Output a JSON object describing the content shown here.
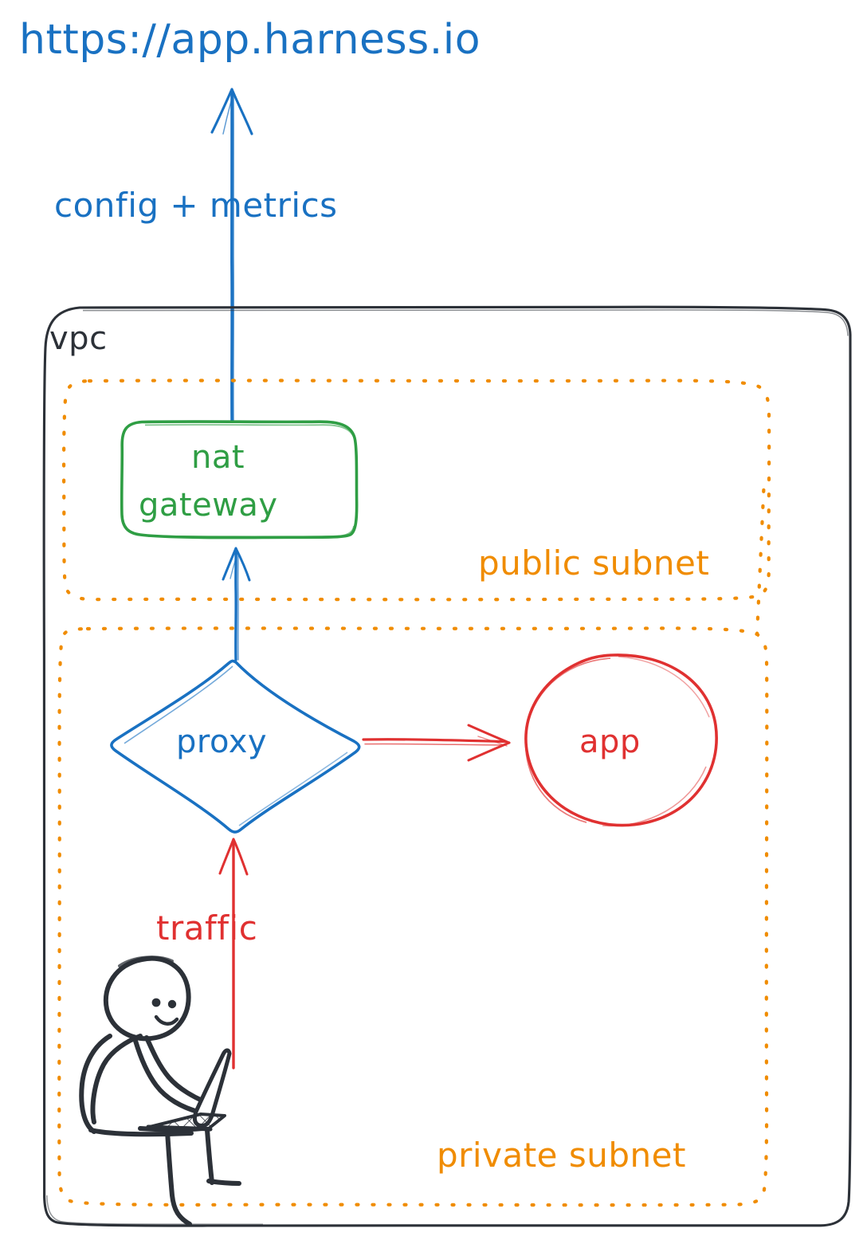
{
  "diagram": {
    "title": "VPC architecture with NAT gateway, proxy and app",
    "style": "hand-drawn sketch",
    "background": "#ffffff"
  },
  "colors": {
    "blue": "#1971c2",
    "green": "#2f9e44",
    "red": "#e03131",
    "orange": "#f08c00",
    "ink": "#2c3138"
  },
  "endpoint": {
    "url_label": "https://app.harness.io",
    "color": "#1971c2"
  },
  "edges": {
    "config_metrics": {
      "label": "config + metrics",
      "color": "#1971c2",
      "direction": "up",
      "from": "nat gateway",
      "to": "https://app.harness.io"
    },
    "proxy_to_nat": {
      "label": "",
      "color": "#1971c2",
      "direction": "up",
      "from": "proxy",
      "to": "nat gateway"
    },
    "proxy_to_app": {
      "label": "",
      "color": "#e03131",
      "direction": "right",
      "from": "proxy",
      "to": "app"
    },
    "traffic": {
      "label": "traffic",
      "color": "#e03131",
      "direction": "up",
      "from": "user",
      "to": "proxy"
    }
  },
  "vpc": {
    "label": "vpc",
    "color": "#2c3138"
  },
  "public_subnet": {
    "label": "public subnet",
    "color": "#f08c00",
    "nodes": [
      {
        "id": "nat-gateway",
        "label_line1": "nat",
        "label_line2": "gateway",
        "shape": "rounded-rect",
        "color": "#2f9e44"
      }
    ]
  },
  "private_subnet": {
    "label": "private subnet",
    "color": "#f08c00",
    "nodes": [
      {
        "id": "proxy",
        "label": "proxy",
        "shape": "diamond",
        "color": "#1971c2"
      },
      {
        "id": "app",
        "label": "app",
        "shape": "ellipse",
        "color": "#e03131"
      },
      {
        "id": "user",
        "label": "",
        "shape": "stick-figure-with-laptop",
        "color": "#2c3138"
      }
    ]
  }
}
